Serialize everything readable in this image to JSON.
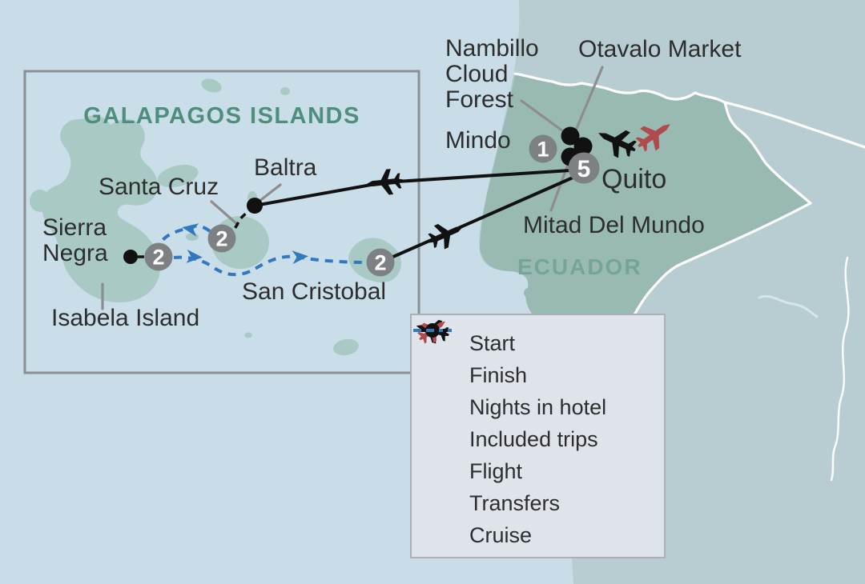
{
  "map": {
    "inset_title": "GALAPAGOS ISLANDS",
    "country_label": "ECUADOR",
    "labels": {
      "santa_cruz": "Santa Cruz",
      "baltra": "Baltra",
      "sierra_negra": "Sierra\nNegra",
      "isabela": "Isabela Island",
      "san_cristobal": "San Cristobal",
      "nambillo": "Nambillo\nCloud\nForest",
      "otavalo": "Otavalo Market",
      "mindo": "Mindo",
      "quito": "Quito",
      "mitad": "Mitad Del Mundo"
    },
    "nights": {
      "sierra_negra": "2",
      "santa_cruz": "2",
      "san_cristobal": "2",
      "mindo": "1",
      "quito": "5"
    },
    "markers": {
      "included_trip_dots": [
        "Nambillo Cloud Forest",
        "Otavalo Market",
        "Mitad Del Mundo",
        "Baltra",
        "Sierra Negra"
      ],
      "start_plane": "Quito start",
      "finish_plane": "Quito finish"
    }
  },
  "legend": {
    "items": [
      {
        "icon": "start-plane",
        "label": "Start"
      },
      {
        "icon": "finish-plane",
        "label": "Finish"
      },
      {
        "icon": "hotel-dot",
        "label": "Nights in hotel"
      },
      {
        "icon": "trip-dot",
        "label": "Included trips"
      },
      {
        "icon": "flight-line",
        "label": "Flight"
      },
      {
        "icon": "transfer-line",
        "label": "Transfers"
      },
      {
        "icon": "cruise-line",
        "label": "Cruise"
      }
    ]
  },
  "colors": {
    "ocean": "#c8dde7",
    "land_outer": "#b7cdd2",
    "land_ecuador": "#98bab3",
    "islands": "#a9cac4",
    "inset_border": "#8a9095",
    "galapagos_text": "#4f8d7d",
    "ecuador_text": "#76a597",
    "route_black": "#111111",
    "cruise_blue": "#3377be",
    "finish_red": "#b04a4e",
    "marker_gray": "#7e8184",
    "leader_gray": "#8d8d8d",
    "legend_bg": "#dfe3ea"
  }
}
